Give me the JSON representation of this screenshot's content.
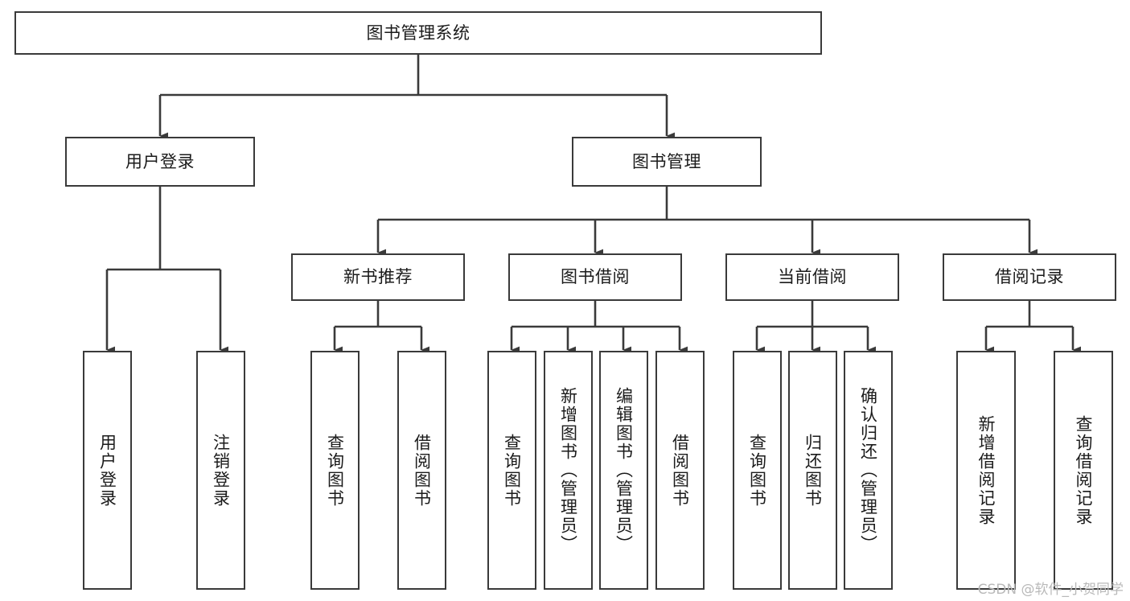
{
  "diagram": {
    "type": "tree-hierarchy",
    "title": "图书管理系统",
    "orientation": "top-down",
    "colors": {
      "box_border": "#3a3a3a",
      "box_fill": "#ffffff",
      "connector": "#3a3a3a",
      "text": "#1b1b1b",
      "watermark": "#b9b9b9",
      "background": "#ffffff"
    },
    "root": {
      "label": "图书管理系统"
    },
    "level2": [
      {
        "id": "user-login",
        "label": "用户登录"
      },
      {
        "id": "book-management",
        "label": "图书管理"
      }
    ],
    "level3": [
      {
        "id": "new-book-recommend",
        "label": "新书推荐",
        "parent": "book-management"
      },
      {
        "id": "book-borrow",
        "label": "图书借阅",
        "parent": "book-management"
      },
      {
        "id": "current-borrow",
        "label": "当前借阅",
        "parent": "book-management"
      },
      {
        "id": "borrow-record",
        "label": "借阅记录",
        "parent": "book-management"
      }
    ],
    "leaves": {
      "user-login": [
        {
          "id": "leaf-user-login",
          "label": "用户登录"
        },
        {
          "id": "leaf-logout",
          "label": "注销登录"
        }
      ],
      "new-book-recommend": [
        {
          "id": "leaf-query-book-1",
          "label": "查询图书"
        },
        {
          "id": "leaf-borrow-book-1",
          "label": "借阅图书"
        }
      ],
      "book-borrow": [
        {
          "id": "leaf-query-book-2",
          "label": "查询图书"
        },
        {
          "id": "leaf-add-book",
          "label": "新增图书（管理员）"
        },
        {
          "id": "leaf-edit-book",
          "label": "编辑图书（管理员）"
        },
        {
          "id": "leaf-borrow-book-2",
          "label": "借阅图书"
        }
      ],
      "current-borrow": [
        {
          "id": "leaf-query-book-3",
          "label": "查询图书"
        },
        {
          "id": "leaf-return-book",
          "label": "归还图书"
        },
        {
          "id": "leaf-confirm-return",
          "label": "确认归还（管理员）"
        }
      ],
      "borrow-record": [
        {
          "id": "leaf-add-record",
          "label": "新增借阅记录"
        },
        {
          "id": "leaf-query-record",
          "label": "查询借阅记录"
        }
      ]
    },
    "watermark": "CSDN @软件_小贺同学"
  }
}
